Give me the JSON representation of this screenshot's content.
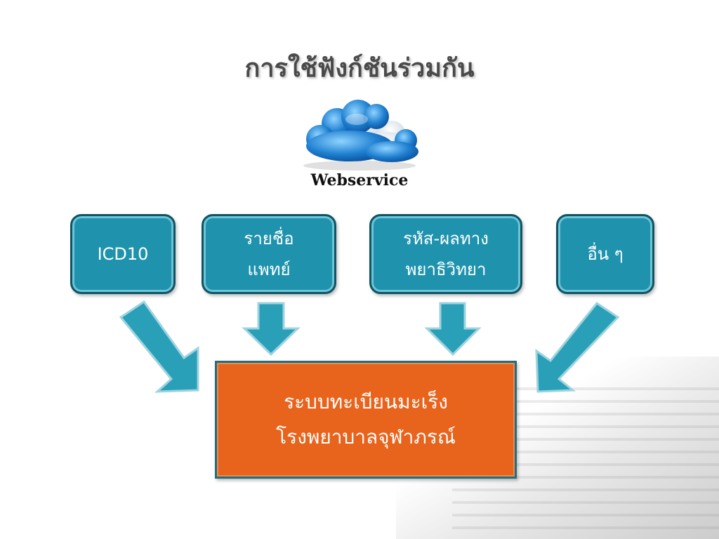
{
  "title": "การใช้ฟังก์ชันร่วมกัน",
  "cloud": {
    "icon": "cloud-icon",
    "label": "Webservice"
  },
  "sources": [
    {
      "lines": [
        "ICD10"
      ]
    },
    {
      "lines": [
        "รายชื่อ",
        "แพทย์"
      ]
    },
    {
      "lines": [
        "รหัส-ผลทาง",
        "พยาธิวิทยา"
      ]
    },
    {
      "lines": [
        "อื่น ๆ"
      ]
    }
  ],
  "target": {
    "lines": [
      "ระบบทะเบียนมะเร็ง",
      "โรงพยาบาลจุฬาภรณ์"
    ]
  },
  "colors": {
    "source_fill": "#1f93ad",
    "arrow_fill": "#2a9fb8",
    "target_fill": "#e8631c",
    "title": "#4a4a4a"
  }
}
